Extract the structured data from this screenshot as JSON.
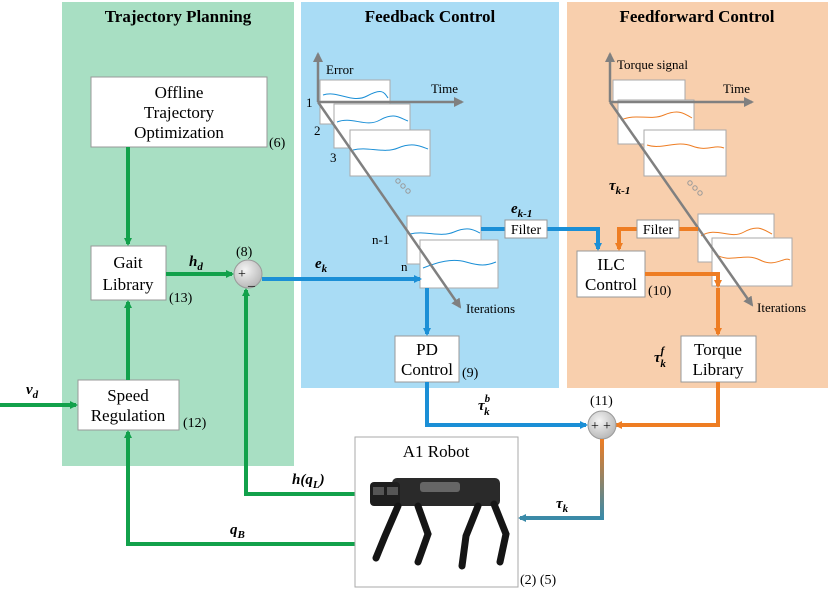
{
  "panels": {
    "trajectory_planning": "Trajectory Planning",
    "feedback_control": "Feedback Control",
    "feedforward_control": "Feedforward Control"
  },
  "boxes": {
    "offline_opt": [
      "Offline",
      "Trajectory",
      "Optimization"
    ],
    "offline_opt_ref": "(6)",
    "gait_library": [
      "Gait",
      "Library"
    ],
    "gait_library_ref": "(13)",
    "speed_regulation": [
      "Speed",
      "Regulation"
    ],
    "speed_regulation_ref": "(12)",
    "pd_control": [
      "PD",
      "Control"
    ],
    "pd_control_ref": "(9)",
    "ilc_control": [
      "ILC",
      "Control"
    ],
    "ilc_control_ref": "(10)",
    "torque_library": [
      "Torque",
      "Library"
    ],
    "filter_fb": "Filter",
    "filter_ff": "Filter",
    "a1_robot": "A1 Robot",
    "a1_robot_ref": "(2) (5)"
  },
  "junctions": {
    "sum_fb_ref": "(8)",
    "sum_fb_plus": "+",
    "sum_fb_minus": "_",
    "sum_out_ref": "(11)",
    "sum_out_plus1": "+",
    "sum_out_plus2": "+"
  },
  "feedback_plot": {
    "y_axis": "Error",
    "x_axis": "Time",
    "z_axis": "Iterations",
    "index_labels": [
      "1",
      "2",
      "3",
      "n-1",
      "n"
    ]
  },
  "feedforward_plot": {
    "y_axis": "Torque signal",
    "x_axis": "Time",
    "z_axis": "Iterations"
  },
  "signals": {
    "h_d": {
      "base": "h",
      "sub": "d"
    },
    "e_k": {
      "base": "e",
      "sub": "k"
    },
    "e_k1": {
      "base": "e",
      "sub": "k-1"
    },
    "tau_k1": {
      "base": "τ",
      "sub": "k-1"
    },
    "tau_f": {
      "base": "τ",
      "sub": "k",
      "sup": "f"
    },
    "tau_b": {
      "base": "τ",
      "sub": "k",
      "sup": "b"
    },
    "tau_k": {
      "base": "τ",
      "sub": "k"
    },
    "v_d": {
      "base": "v",
      "sub": "d"
    },
    "h_qL": {
      "text": "h(q",
      "sub": "L",
      "tail": ")"
    },
    "q_B": {
      "base": "q",
      "sub": "B"
    }
  },
  "colors": {
    "green_panel": "#a8dfc3",
    "blue_panel": "#a9dcf5",
    "orange_panel": "#f8cfad",
    "green_arrow": "#12a14b",
    "blue_arrow": "#1b8fd6",
    "orange_arrow": "#ee7d23"
  }
}
